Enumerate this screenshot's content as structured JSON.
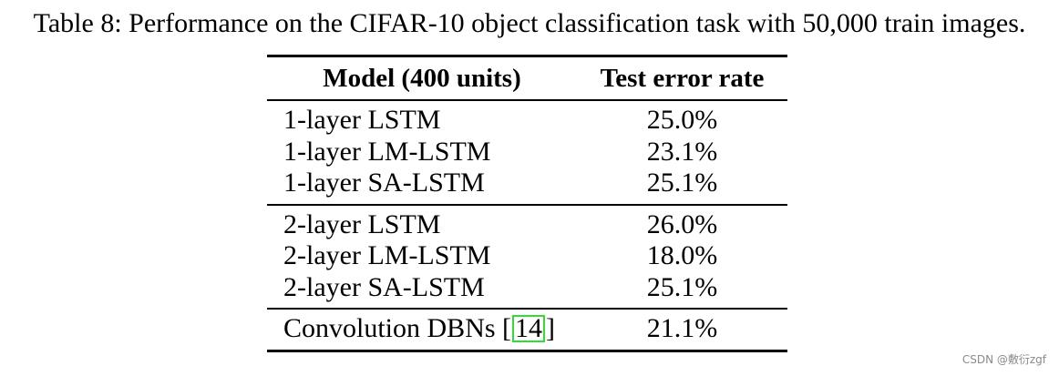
{
  "caption": "Table 8: Performance on the CIFAR-10 object classification task with 50,000 train images.",
  "table": {
    "headers": {
      "model": "Model (400 units)",
      "error": "Test error rate"
    },
    "groups": [
      [
        {
          "model": "1-layer LSTM",
          "error": "25.0%"
        },
        {
          "model": "1-layer LM-LSTM",
          "error": "23.1%"
        },
        {
          "model": "1-layer SA-LSTM",
          "error": "25.1%"
        }
      ],
      [
        {
          "model": "2-layer LSTM",
          "error": "26.0%"
        },
        {
          "model": "2-layer LM-LSTM",
          "error": "18.0%"
        },
        {
          "model": "2-layer SA-LSTM",
          "error": "25.1%"
        }
      ],
      [
        {
          "model_prefix": "Convolution DBNs [",
          "citation": "14",
          "model_suffix": "]",
          "error": "21.1%"
        }
      ]
    ]
  },
  "watermark": "CSDN @敷衍zgf",
  "colors": {
    "citation_box": "#33dd33",
    "watermark": "#8a8a8a"
  }
}
